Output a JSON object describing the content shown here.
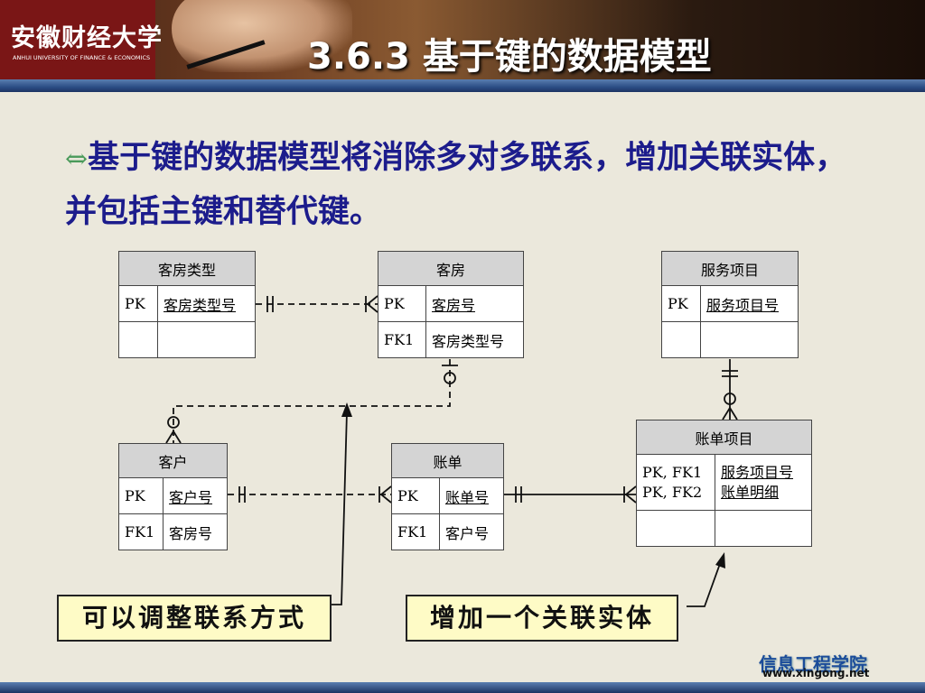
{
  "header": {
    "logo_cn": "安徽财经大学",
    "logo_en": "ANHUI UNIVERSITY OF FINANCE & ECONOMICS",
    "title": "3.6.3  基于键的数据模型"
  },
  "bullet": {
    "icon": "double-arrow-icon",
    "text": "基于键的数据模型将消除多对多联系，增加关联实体，并包括主键和替代键。"
  },
  "entities": {
    "room_type": {
      "title": "客房类型",
      "rows": [
        [
          "PK",
          "客房类型号"
        ],
        [
          "",
          ""
        ]
      ]
    },
    "room": {
      "title": "客房",
      "rows": [
        [
          "PK",
          "客房号"
        ],
        [
          "FK1",
          "客房类型号"
        ]
      ]
    },
    "service": {
      "title": "服务项目",
      "rows": [
        [
          "PK",
          "服务项目号"
        ],
        [
          "",
          ""
        ]
      ]
    },
    "customer": {
      "title": "客户",
      "rows": [
        [
          "PK",
          "客户号"
        ],
        [
          "FK1",
          "客房号"
        ]
      ]
    },
    "bill": {
      "title": "账单",
      "rows": [
        [
          "PK",
          "账单号"
        ],
        [
          "FK1",
          "客户号"
        ]
      ]
    },
    "bill_item": {
      "title": "账单项目",
      "rows": [
        [
          "PK, FK1\nPK, FK2",
          "服务项目号\n账单明细"
        ],
        [
          "",
          ""
        ]
      ]
    }
  },
  "callouts": {
    "left": "可以调整联系方式",
    "right": "增加一个关联实体"
  },
  "footer": {
    "brand": "信息工程学院",
    "url": "www.xingong.net"
  }
}
